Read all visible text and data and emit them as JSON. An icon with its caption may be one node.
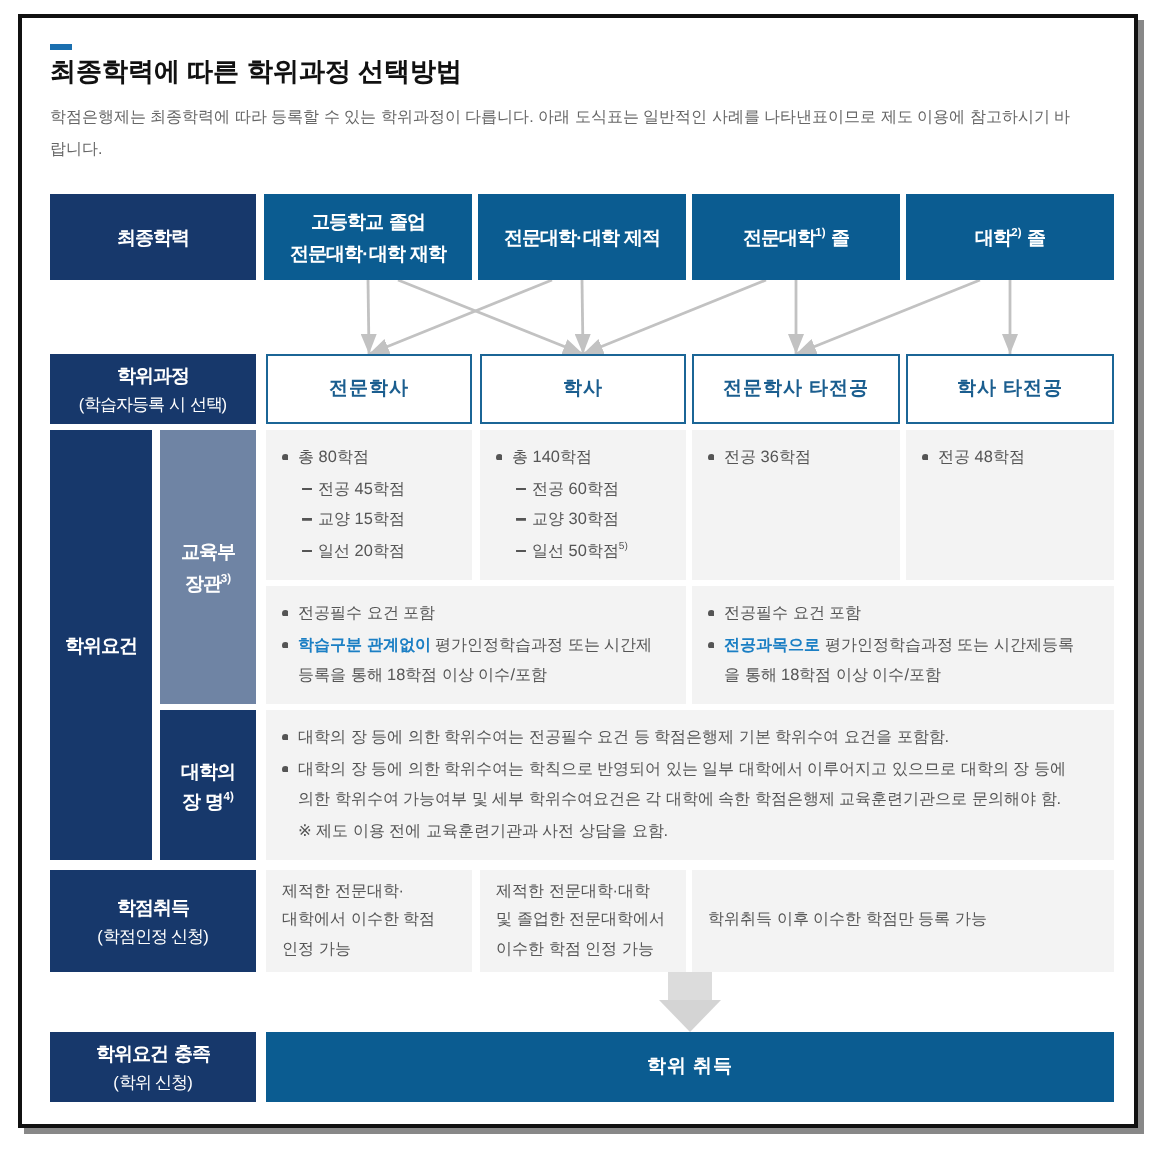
{
  "diagram": {
    "title": "최종학력에 따른 학위과정 선택방법",
    "nodes": [
      {
        "text": [
          "최종학력"
        ]
      },
      {
        "text": [
          "고등학교 졸업 전문대학·대학 재학"
        ]
      },
      {
        "text": [
          "전문대학·대학 제적"
        ]
      },
      {
        "text": [
          "전문대학$^{1)}$ 졸"
        ]
      },
      {
        "text": [
          "대학$^{2)}$ 졸"
        ]
      },
      {
        "text": [
          "학위과정",
          "(학습자등록 시 선택)"
        ]
      },
      {
        "text": [
          "전문학사"
        ]
      },
      {
        "text": [
          "학사"
        ]
      },
      {
        "text": [
          "전문학사 타전공"
        ]
      },
      {
        "text": [
          "학사 타전공"
        ]
      },
      {
        "text": [
          "학위요건"
        ]
      },
      {
        "text": [
          "교육부 장관$^{3)}$"
        ]
      },
      {
        "text": [
          "총 80학점",
          "전공 45학점",
          "교양 15학점",
          "일선 20학점"
        ]
      },
      {
        "text": [
          "총 140학점",
          "전공 60학점",
          "교양 30학점",
          "일선 50학점$^{5)}$"
        ]
      },
      {
        "text": [
          "전공 36학점"
        ]
      },
      {
        "text": [
          "전공 48학점"
        ]
      },
      {
        "text": [
          "전공필수 요건 포함",
          "**학습구분 관계없이** 평가인정학습과정 또는 시간제 등록을 통해 18학점 이상 이수/포함"
        ]
      },
      {
        "text": [
          "전공필수 요건 포함",
          "**전공과목으로** 평가인정학습과정 또는 시간제등록을 통해 18학점 이상 이수/포함"
        ]
      },
      {
        "text": [
          "대학의 장 명$^{4)}$"
        ]
      },
      {
        "text": [
          "대학의 장 등에 의한 학위수여는 전공필수 요건 등 학점은행제 기본 학위수여 요건을 포함함.",
          "대학의 장 등에 의한 학위수여는 학칙으로 반영되어 있는 일부 대학에서 이루어지고 있으므로 대학의 장 등에 의한 학위수여 가능여부 및 세부 학위수여요건은 각 대학에 속한 학점은행제 교육훈련기관으로 문의해야 함.",
          "※ 제도 이용 전에 교육훈련기관과 사전 상담을 요함."
        ]
      },
      {
        "text": [
          "학점취득",
          "(학점인정 신청)"
        ]
      },
      {
        "text": [
          "제적한 전문대학·대학에서 이수한 학점 인정 가능"
        ]
      },
      {
        "text": [
          "제적한 전문대학·대학 및 졸업한 전문대학에서 이수한 학점 인정 가능"
        ]
      },
      {
        "text": [
          "학위취득 이후 이수한 학점만 등록 가능"
        ]
      },
      {
        "text": [
          "학위요건 충족",
          "(학위 신청)"
        ]
      },
      {
        "text": [
          "학위 취득"
        ]
      }
    ],
    "edges": [
      {
        "from": 1,
        "to": 6,
        "arrow": "to"
      },
      {
        "from": 1,
        "to": 7,
        "arrow": "to"
      },
      {
        "from": 2,
        "to": 6,
        "arrow": "to"
      },
      {
        "from": 2,
        "to": 7,
        "arrow": "to"
      },
      {
        "from": 3,
        "to": 7,
        "arrow": "to"
      },
      {
        "from": 3,
        "to": 8,
        "arrow": "to"
      },
      {
        "from": 4,
        "to": 8,
        "arrow": "to"
      },
      {
        "from": 4,
        "to": 9,
        "arrow": "to"
      },
      {
        "from": 22,
        "to": 25,
        "arrow": "to",
        "style": "thick"
      }
    ],
    "labels": [
      "학점은행제는 최종학력에 따라 등록할 수 있는 학위과정이 다릅니다. 아래 도식표는 일반적인 사례를 나타낸표이므로 제도 이용에 참고하시기 바랍니다."
    ]
  }
}
